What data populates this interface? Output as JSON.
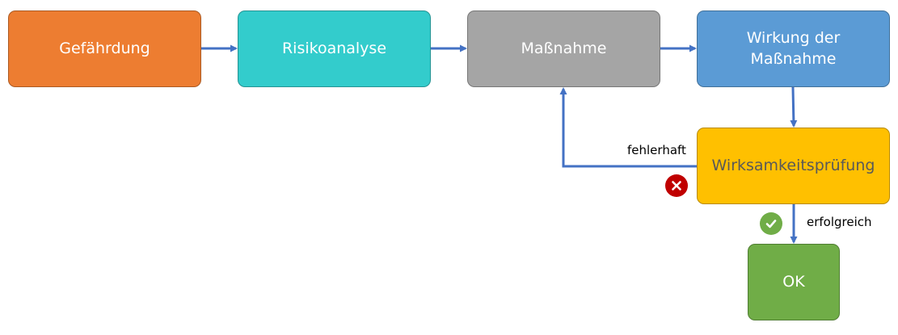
{
  "nodes": {
    "gefaehrdung": {
      "label": "Gefährdung",
      "fill": "#ED7D31",
      "text_color": "#FFFFFF"
    },
    "risikoanalyse": {
      "label": "Risikoanalyse",
      "fill": "#33CCCC",
      "text_color": "#FFFFFF"
    },
    "massnahme": {
      "label": "Maßnahme",
      "fill": "#A5A5A5",
      "text_color": "#FFFFFF"
    },
    "wirkung": {
      "label": "Wirkung der Maßnahme",
      "fill": "#5B9BD5",
      "text_color": "#FFFFFF"
    },
    "pruefung": {
      "label": "Wirksamkeitsprüfung",
      "fill": "#FFC000",
      "text_color": "#595959"
    },
    "ok": {
      "label": "OK",
      "fill": "#70AD47",
      "text_color": "#FFFFFF"
    }
  },
  "edges": {
    "fehlerhaft": {
      "label": "fehlerhaft",
      "icon": "error-x-icon",
      "icon_color": "#C00000"
    },
    "erfolgreich": {
      "label": "erfolgreich",
      "icon": "success-check-icon",
      "icon_color": "#70AD47"
    }
  },
  "colors": {
    "arrow": "#4472C4"
  }
}
